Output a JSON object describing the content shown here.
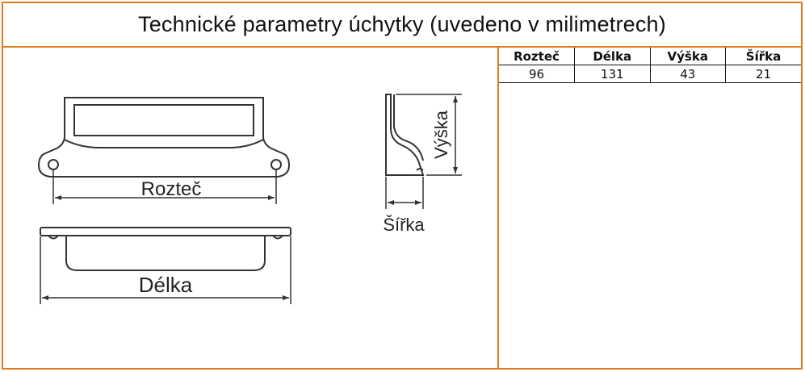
{
  "title": "Technické parametry úchytky (uvedeno v milimetrech)",
  "diagram_labels": {
    "roztec": "Rozteč",
    "delka": "Délka",
    "vyska": "Výška",
    "sirka": "Šířka"
  },
  "table": {
    "headers": [
      "Rozteč",
      "Délka",
      "Výška",
      "Šířka"
    ],
    "rows": [
      [
        "96",
        "131",
        "43",
        "21"
      ]
    ]
  },
  "colors": {
    "border": "#e07a1f",
    "drawing": "#333333"
  }
}
